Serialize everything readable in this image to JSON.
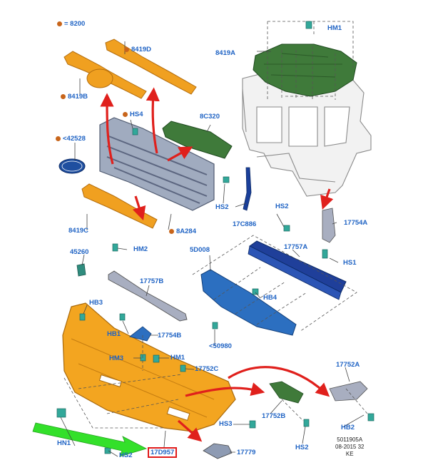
{
  "colors": {
    "label": "#1f63c4",
    "dot": "#c8651b",
    "grille_bar": "#f0a020",
    "grille": "#8e9bb3",
    "bumper": "#f3a520",
    "blue_parts": "#2c6fc0",
    "green_parts": "#3f7a3a",
    "arrow_red": "#e0201c",
    "arrow_green": "#33e02a"
  },
  "labels": {
    "p8200": "= 8200",
    "p8419D": "8419D",
    "p8419A": "8419A",
    "hm1_top": "HM1",
    "p8419B": "8419B",
    "hs4": "HS4",
    "p8C320": "8C320",
    "p42528": "<42528",
    "p8419C": "8419C",
    "p8A284": "8A284",
    "hs2_a": "HS2",
    "p17C886": "17C886",
    "hs2_b": "HS2",
    "p17754A": "17754A",
    "p45260": "45260",
    "hm2": "HM2",
    "p5D008": "5D008",
    "p17757A": "17757A",
    "hs1": "HS1",
    "p17757B": "17757B",
    "hb4": "HB4",
    "hb3": "HB3",
    "hb1": "HB1",
    "p17754B": "17754B",
    "p50980": "<50980",
    "hm3": "HM3",
    "hm1_b": "HM1",
    "p17752C": "17752C",
    "p17752A": "17752A",
    "p17752B": "17752B",
    "hs3": "HS3",
    "hb2": "HB2",
    "hn1": "HN1",
    "hs2_c": "HS2",
    "p17D957": "17D957",
    "p17779": "17779",
    "hs2_d": "HS2"
  },
  "footer": {
    "line1": "5011905A",
    "line2": "08-2015 32",
    "line3": "KE"
  },
  "icons": {
    "ford_logo": "ford-oval-icon",
    "fastener": "clip-icon"
  }
}
